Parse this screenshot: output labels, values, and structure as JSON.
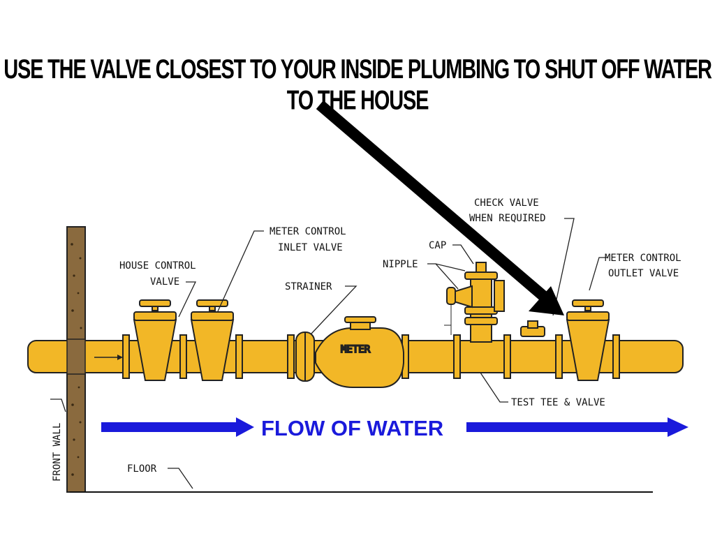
{
  "headline": "USE THE VALVE CLOSEST TO YOUR INSIDE PLUMBING TO SHUT OFF WATER TO THE HOUSE",
  "labels": {
    "house_control_valve_1": "HOUSE CONTROL",
    "house_control_valve_2": "VALVE",
    "meter_inlet_1": "METER CONTROL",
    "meter_inlet_2": "INLET VALVE",
    "strainer": "STRAINER",
    "meter": "METER",
    "cap": "CAP",
    "nipple": "NIPPLE",
    "check_valve_1": "CHECK VALVE",
    "check_valve_2": "WHEN REQUIRED",
    "meter_outlet_1": "METER CONTROL",
    "meter_outlet_2": "OUTLET VALVE",
    "test_tee": "TEST TEE & VALVE",
    "front_wall": "FRONT WALL",
    "floor": "FLOOR",
    "flow": "FLOW OF WATER"
  },
  "colors": {
    "pipe": "#F2B727",
    "pipe_outline": "#222222",
    "wall": "#8A6A3E",
    "flow_arrow": "#1A1ADB",
    "pointer_arrow": "#000000"
  }
}
